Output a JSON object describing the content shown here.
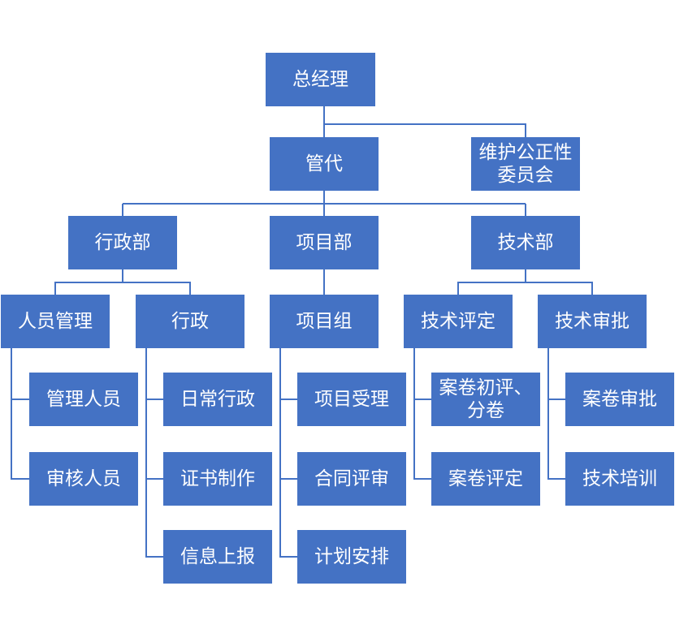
{
  "colors": {
    "box_fill": "#4472C4",
    "box_text": "#FFFFFF",
    "connector": "#4472C4",
    "background": "#FFFFFF"
  },
  "nodes": {
    "general_manager": "总经理",
    "management_deputy": "管代",
    "fairness_committee": "维护公正性\n委员会",
    "admin_department": "行政部",
    "project_department": "项目部",
    "technical_department": "技术部",
    "personnel_management": "人员管理",
    "administration": "行政",
    "project_group": "项目组",
    "technical_evaluation": "技术评定",
    "technical_approval": "技术审批",
    "personnel_items": [
      "管理人员",
      "审核人员"
    ],
    "administration_items": [
      "日常行政",
      "证书制作",
      "信息上报"
    ],
    "project_group_items": [
      "项目受理",
      "合同评审",
      "计划安排"
    ],
    "technical_evaluation_items": [
      "案卷初评、\n分卷",
      "案卷评定"
    ],
    "technical_approval_items": [
      "案卷审批",
      "技术培训"
    ]
  }
}
